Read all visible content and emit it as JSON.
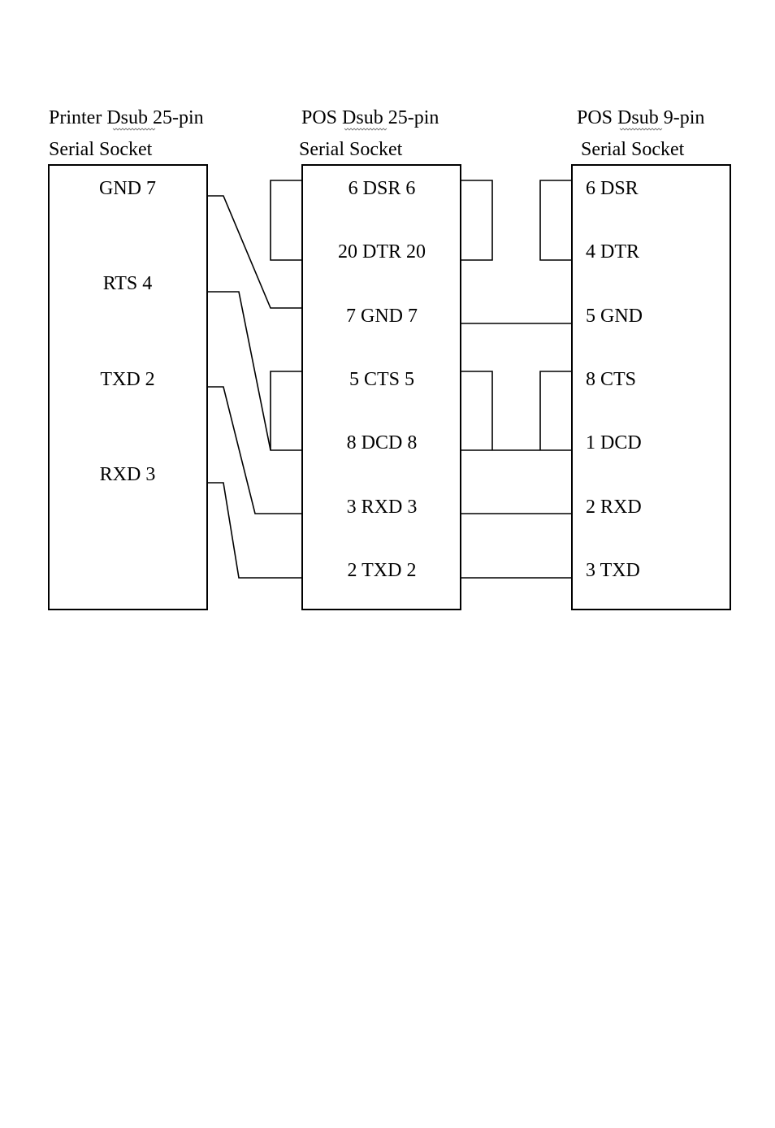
{
  "headers": {
    "printer": {
      "line1": "Printer Dsub 25-pin",
      "line2": "Serial Socket"
    },
    "pos25": {
      "line1": "POS Dsub 25-pin",
      "line2": "Serial Socket"
    },
    "pos9": {
      "line1": "POS Dsub 9-pin",
      "line2": "Serial Socket"
    }
  },
  "printer_pins": [
    "GND 7",
    "RTS 4",
    "TXD 2",
    "RXD 3"
  ],
  "pos25_pins": [
    "6 DSR 6",
    "20 DTR 20",
    "7 GND 7",
    "5 CTS 5",
    "8 DCD 8",
    "3 RXD 3",
    "2 TXD 2"
  ],
  "pos9_pins": [
    "6 DSR",
    "4 DTR",
    "5 GND",
    "8 CTS",
    "1 DCD",
    "2 RXD",
    "3 TXD"
  ],
  "connections": [
    {
      "from": "GND 7",
      "to": "7 GND 7"
    },
    {
      "from": "RTS 4",
      "to": "8 DCD 8"
    },
    {
      "from": "TXD 2",
      "to": "3 RXD 3"
    },
    {
      "from": "RXD 3",
      "to": "2 TXD 2"
    },
    {
      "from": "7 GND 7",
      "to": "5 GND"
    },
    {
      "from": "8 DCD 8",
      "to": "1 DCD"
    },
    {
      "from": "3 RXD 3",
      "to": "2 RXD"
    },
    {
      "from": "2 TXD 2",
      "to": "3 TXD"
    }
  ],
  "loopbacks": [
    [
      "6 DSR 6",
      "20 DTR 20"
    ],
    [
      "5 CTS 5",
      "8 DCD 8"
    ],
    [
      "6 DSR",
      "4 DTR"
    ],
    [
      "8 CTS",
      "1 DCD"
    ]
  ]
}
